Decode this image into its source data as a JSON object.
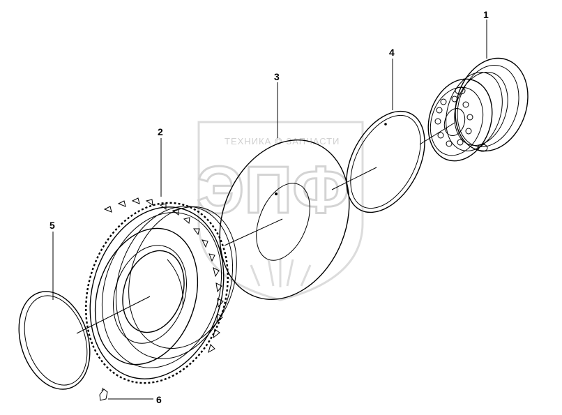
{
  "diagram": {
    "callouts": [
      {
        "id": "1",
        "label": "1"
      },
      {
        "id": "2",
        "label": "2"
      },
      {
        "id": "3",
        "label": "3"
      },
      {
        "id": "4",
        "label": "4"
      },
      {
        "id": "5",
        "label": "5"
      },
      {
        "id": "6",
        "label": "6"
      }
    ]
  },
  "watermark": {
    "caption": "ТЕХНИКА ❂ ЗАПЧАСТИ",
    "logo": "ЭПФ"
  }
}
